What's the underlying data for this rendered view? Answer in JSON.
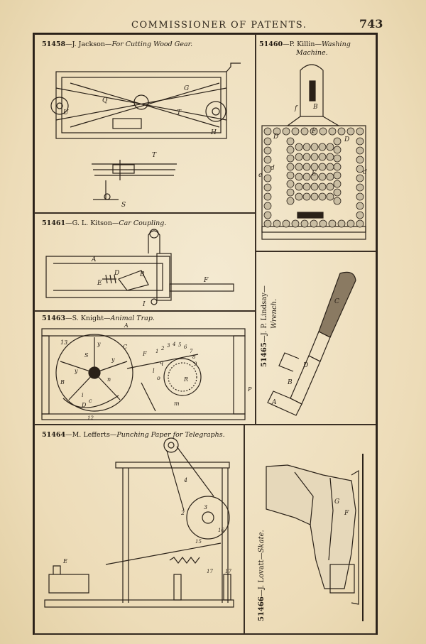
{
  "header": {
    "running_title": "COMMISSIONER OF PATENTS.",
    "page_number": "743"
  },
  "figures": [
    {
      "id": "51458",
      "number": "51458",
      "sep": "—J. Jackson—",
      "title": "For Cutting Wood Gear.",
      "labels": [
        "G",
        "Q",
        "U",
        "T",
        "H",
        "T",
        "S"
      ]
    },
    {
      "id": "51460",
      "number": "51460",
      "sep": "—P. Killin—",
      "title": "Washing",
      "title2": "Machine.",
      "labels": [
        "B",
        "f",
        "F",
        "D",
        "D",
        "d",
        "d",
        "e",
        "E"
      ]
    },
    {
      "id": "51461",
      "number": "51461",
      "sep": "—G. L. Kitson—",
      "title": "Car Coupling.",
      "labels": [
        "A",
        "D",
        "B",
        "E",
        "F",
        "I"
      ]
    },
    {
      "id": "51463",
      "number": "51463",
      "sep": "—S. Knight—",
      "title": "Animal Trap.",
      "labels": [
        "A",
        "13",
        "y",
        "C",
        "S",
        "y",
        "F",
        "1",
        "2",
        "3",
        "4",
        "5",
        "6",
        "7",
        "8",
        "9",
        "q",
        "l",
        "o",
        "R",
        "B",
        "y",
        "n",
        "i",
        "c",
        "D",
        "m",
        "P",
        "12"
      ]
    },
    {
      "id": "51465",
      "number": "51465",
      "sep": "—J. P. Lindsay—",
      "title": "Wrench.",
      "labels": [
        "C",
        "D",
        "B",
        "A"
      ]
    },
    {
      "id": "51464",
      "number": "51464",
      "sep": "—M. Lefferts—",
      "title": "Punching Paper for Telegraphs.",
      "labels": [
        "4",
        "2",
        "3",
        "16",
        "15",
        "E",
        "17",
        "17"
      ]
    },
    {
      "id": "51466",
      "number": "51466",
      "sep": "—J. Lovatt—",
      "title": "Skate.",
      "labels": [
        "G",
        "F"
      ]
    }
  ],
  "colors": {
    "paper": "#efe3c6",
    "ink": "#2a2118"
  }
}
